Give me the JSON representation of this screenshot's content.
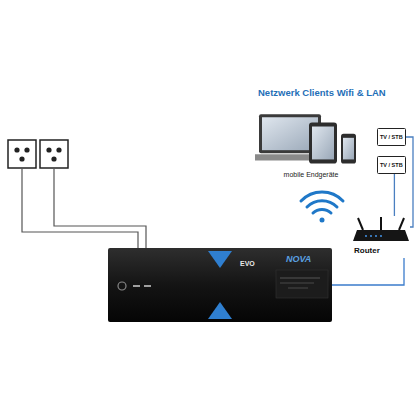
{
  "diagram": {
    "nodes": [
      {
        "text": [
          "mobile Endgeräte"
        ]
      },
      {
        "text": [
          "TV / STB"
        ]
      },
      {
        "text": [
          "TV / STB"
        ]
      },
      {
        "text": [
          "Router"
        ]
      },
      {
        "text": [
          "EVO",
          "NOVA"
        ]
      }
    ],
    "edges": [
      {
        "from": 4,
        "to": 3,
        "arrow": "none"
      },
      {
        "from": 3,
        "to": 1,
        "arrow": "none"
      },
      {
        "from": 3,
        "to": 2,
        "arrow": "none"
      }
    ],
    "labels": [
      "Netzwerk Clients Wifi & LAN"
    ]
  }
}
